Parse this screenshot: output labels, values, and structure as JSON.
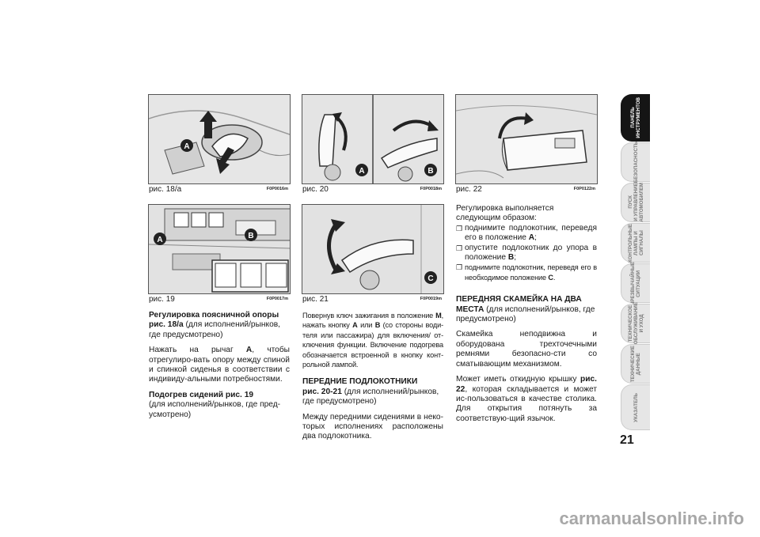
{
  "figures": {
    "fig18a": {
      "caption": "рис. 18/а",
      "code": "F0P0016m",
      "label_a": "A"
    },
    "fig19": {
      "caption": "рис. 19",
      "code": "F0P0017m",
      "label_a": "A",
      "label_b": "B"
    },
    "fig20": {
      "caption": "рис. 20",
      "code": "F0P0018m",
      "label_a": "A",
      "label_b": "B"
    },
    "fig21": {
      "caption": "рис. 21",
      "code": "F0P0019m",
      "label_c": "C"
    },
    "fig22": {
      "caption": "рис. 22",
      "code": "F0P0122m"
    }
  },
  "col1": {
    "h1a": "Регулировка поясничной опоры",
    "h1b": "рис. 18/а",
    "h1c": " (для исполнений/рынков, где предусмотрено)",
    "p1a": "Нажать на рычаг ",
    "p1b": "A",
    "p1c": ", чтобы отрегулиро-вать опору между спиной и спинкой сиденья в соответствии с индивиду-альными потребностями.",
    "h2a": "Подогрев сидений рис. 19",
    "h2b": "(для исполнений/рынков, где пред-усмотрено)"
  },
  "col2": {
    "p1a": "Повернув ключ зажигания в положение ",
    "p1b": "M",
    "p1c": ", нажать кнопку ",
    "p1d": "A",
    "p1e": " или ",
    "p1f": "B",
    "p1g": " (со стороны води-теля или пассажира) для включения/ от-ключения функции. Включение подогрева обозначается встроенной в кнопку конт-рольной лампой.",
    "h1": "ПЕРЕДНИЕ ПОДЛОКОТНИКИ",
    "h2a": "рис. 20-21",
    "h2b": " (для исполнений/рынков, где предусмотрено)",
    "p2": "Между передними сидениями в неко-торых исполнениях расположены два подлокотника."
  },
  "col3": {
    "intro": "Регулировка выполняется следующим образом:",
    "b1a": "поднимите подлокотник, переведя его в положение ",
    "b1b": "A",
    "b1c": ";",
    "b2a": "опустите подлокотник до упора в положение ",
    "b2b": "B",
    "b2c": ";",
    "b3a": "поднимите подлокотник, переведя его в необходимое положение ",
    "b3b": "C",
    "b3c": ".",
    "h1": "ПЕРЕДНЯЯ СКАМЕЙКА НА ДВА МЕСТА",
    "h1b": " (для исполнений/рынков, где предусмотрено)",
    "p1": "Скамейка неподвижна и оборудована трехточечными ремнями безопасно-сти со сматывающим механизмом.",
    "p2a": "Может иметь откидную крышку ",
    "p2b": "рис. 22",
    "p2c": ", которая складывается и может ис-пользоваться в качестве столика. Для открытия потянуть за соответствую-щий язычок."
  },
  "tabs": [
    {
      "label": "ПАНЕЛЬ\nИНСТРУМЕНТОВ",
      "active": true
    },
    {
      "label": "БЕЗОПАСНОСТЬ",
      "active": false
    },
    {
      "label": "ПУСК\nИ УПРАВЛЕНИЕ\nАВТОМОБИЛЕМ",
      "active": false
    },
    {
      "label": "КОНТРОЛЬНЫЕ\nЛАМПЫ И\nСИГНАЛЫ",
      "active": false
    },
    {
      "label": "ЧРЕЗВЫЧАЙНЫЕ\nСИТУАЦИИ",
      "active": false
    },
    {
      "label": "ТЕХНИЧЕСКОЕ\nОБСЛУЖИВАНИЕ\nИ УХОД",
      "active": false
    },
    {
      "label": "ТЕХНИЧЕСКИЕ\nДАННЫЕ",
      "active": false
    },
    {
      "label": "УКАЗАТЕЛЬ",
      "active": false
    }
  ],
  "page_number": "21",
  "watermark": "carmanualsonline.info"
}
